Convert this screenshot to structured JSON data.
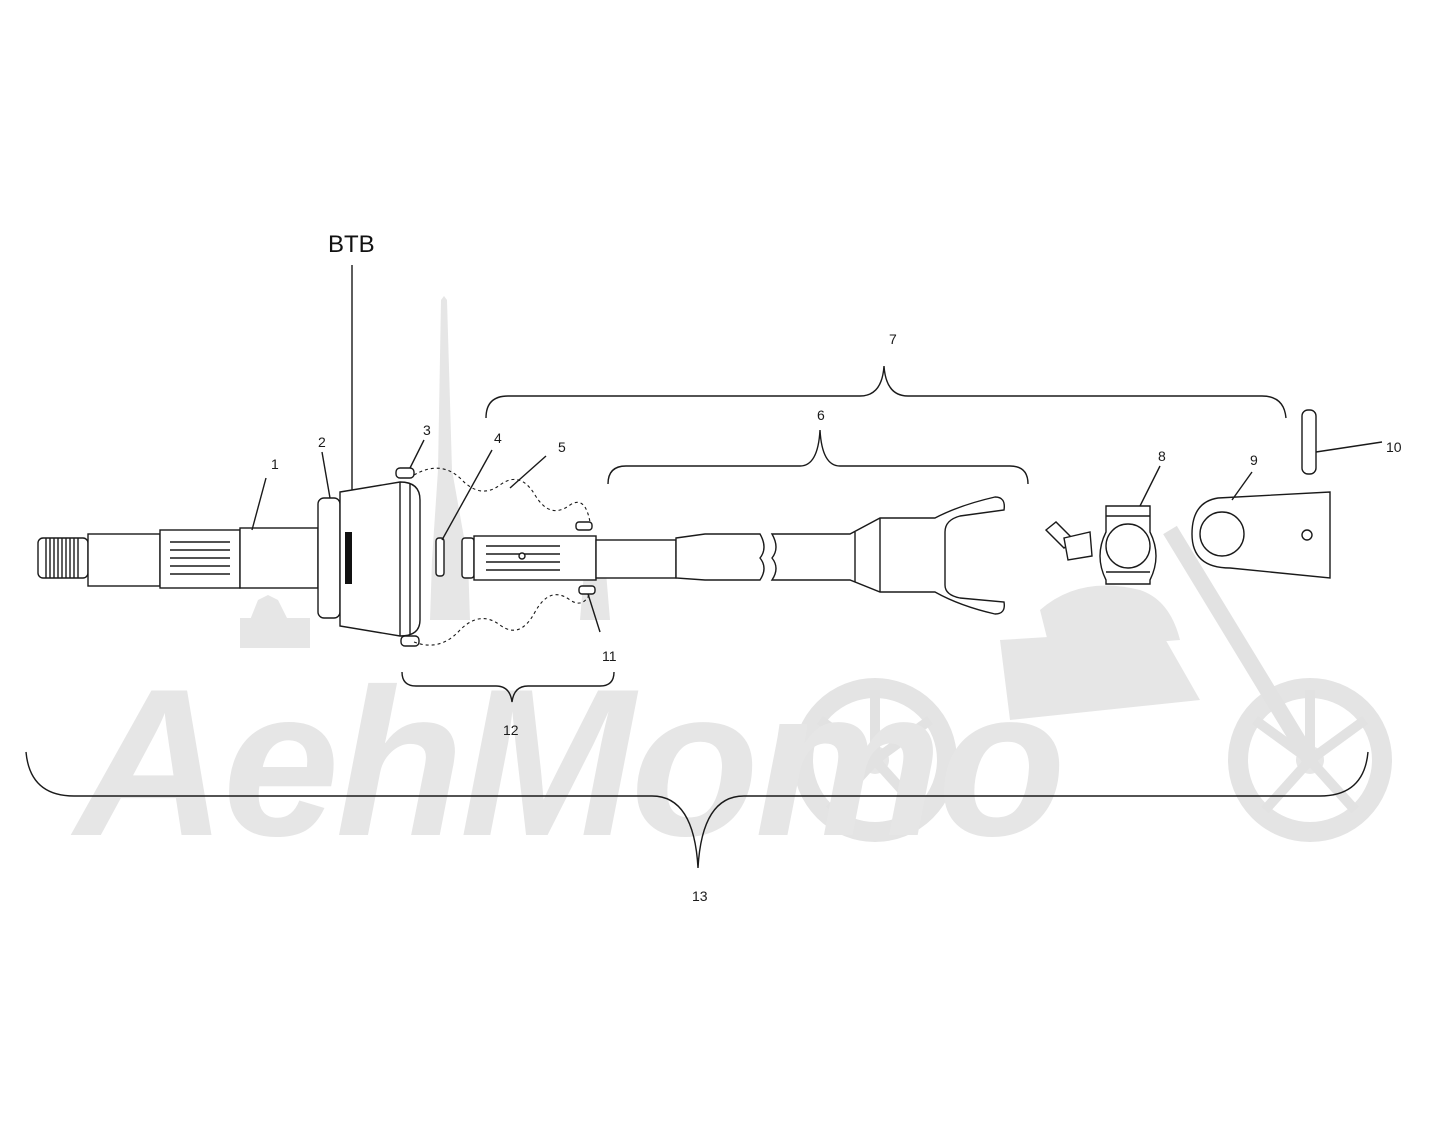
{
  "diagram": {
    "title": "BTB",
    "callouts": [
      "1",
      "2",
      "3",
      "4",
      "5",
      "6",
      "7",
      "8",
      "9",
      "10",
      "11",
      "12",
      "13"
    ]
  },
  "watermark": {
    "text": "AehMomo",
    "color": "#e6e6e6"
  },
  "colors": {
    "line": "#1a1a1a",
    "background": "#ffffff"
  }
}
